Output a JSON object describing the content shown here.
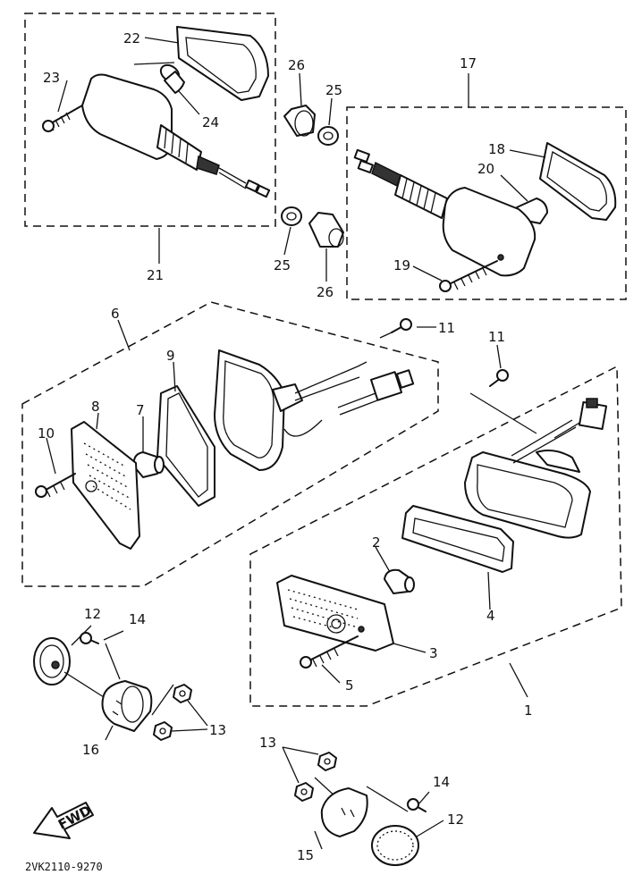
{
  "diagram": {
    "part_numbers": {
      "p1": "1",
      "p2": "2",
      "p3": "3",
      "p4": "4",
      "p5": "5",
      "p6": "6",
      "p7": "7",
      "p8": "8",
      "p9": "9",
      "p10": "10",
      "p11a": "11",
      "p11b": "11",
      "p12a": "12",
      "p12b": "12",
      "p13a": "13",
      "p13b": "13",
      "p14a": "14",
      "p14b": "14",
      "p15": "15",
      "p16": "16",
      "p17": "17",
      "p18": "18",
      "p19": "19",
      "p20": "20",
      "p21": "21",
      "p22": "22",
      "p23": "23",
      "p24": "24",
      "p25a": "25",
      "p25b": "25",
      "p26a": "26",
      "p26b": "26"
    },
    "fwd_badge": "FWD",
    "code": "2VK2110-9270"
  }
}
